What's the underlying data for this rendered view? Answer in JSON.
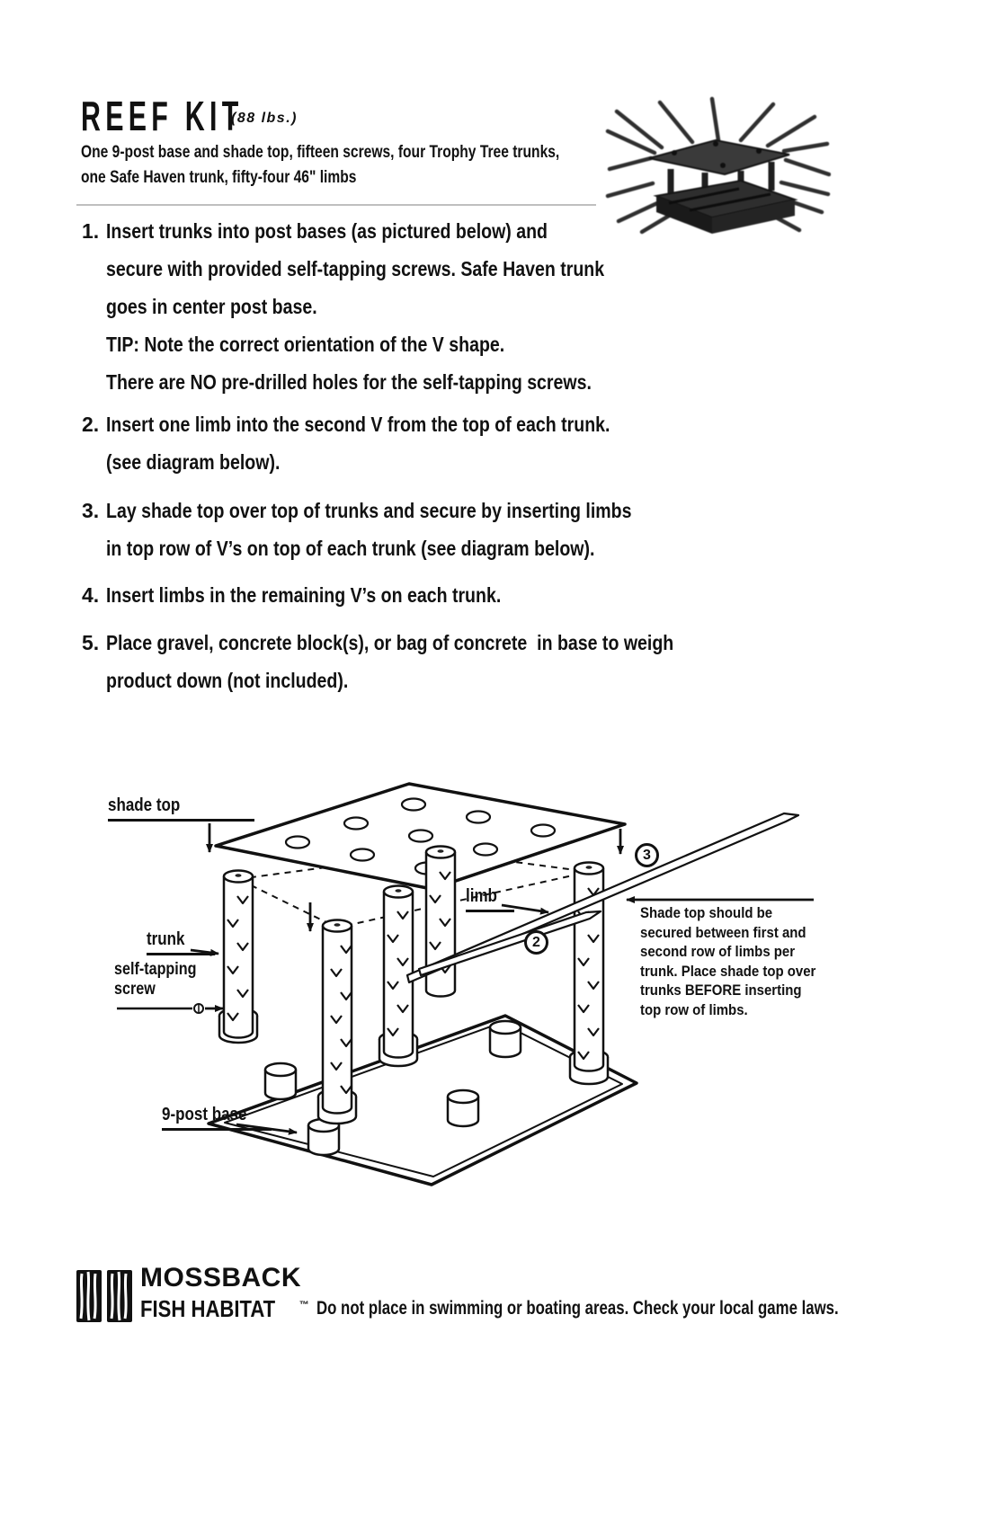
{
  "header": {
    "title": "REEF KIT",
    "weight": "(88 lbs.)",
    "subtitle_lines": [
      "One 9-post base and shade top, fifteen screws, four Trophy Tree trunks,",
      "one Safe Haven trunk, fifty-four 46\" limbs"
    ]
  },
  "instructions": [
    {
      "num": "1.",
      "lines": [
        "Insert trunks into post bases (as pictured below) and",
        "secure with provided self-tapping screws. Safe Haven trunk",
        "goes in center post base.",
        "TIP: Note the correct orientation of the V shape.",
        "There are NO pre-drilled holes for the self-tapping screws."
      ]
    },
    {
      "num": "2.",
      "lines": [
        "Insert one limb into the second V from the top of each trunk.",
        "(see diagram below)."
      ]
    },
    {
      "num": "3.",
      "lines": [
        "Lay shade top over top of trunks and secure by inserting limbs",
        "in top row of V’s on top of each trunk (see diagram below)."
      ]
    },
    {
      "num": "4.",
      "lines": [
        "Insert limbs in the remaining V’s on each trunk."
      ]
    },
    {
      "num": "5.",
      "lines": [
        "Place gravel, concrete block(s), or bag of concrete  in base to weigh",
        "product down (not included)."
      ]
    }
  ],
  "diagram": {
    "labels": {
      "shade_top": "shade top",
      "trunk": "trunk",
      "screw_line1": "self-tapping",
      "screw_line2": "screw",
      "limb": "limb",
      "base": "9-post base"
    },
    "callouts": {
      "two": "2",
      "three": "3"
    },
    "note": "Shade top should be secured between first and second row of limbs per trunk. Place shade top over trunks BEFORE inserting top row of limbs."
  },
  "footer": {
    "brand_line1": "MOSSBACK",
    "brand_line2": "FISH HABITAT",
    "trademark": "™",
    "warning": "Do not place in swimming or boating areas. Check your local game laws."
  },
  "colors": {
    "ink": "#111111",
    "divider": "#bfbfbf",
    "photo_dark": "#2e2e2e"
  }
}
